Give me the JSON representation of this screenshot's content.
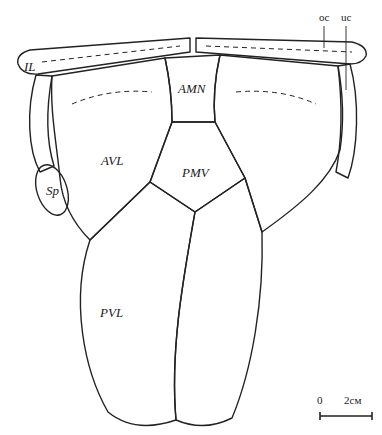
{
  "diagram": {
    "labels": [
      "IL",
      "Sp",
      "AVL",
      "AMN",
      "PMV",
      "PVL",
      "oc",
      "uc",
      "0",
      "2см"
    ]
  }
}
